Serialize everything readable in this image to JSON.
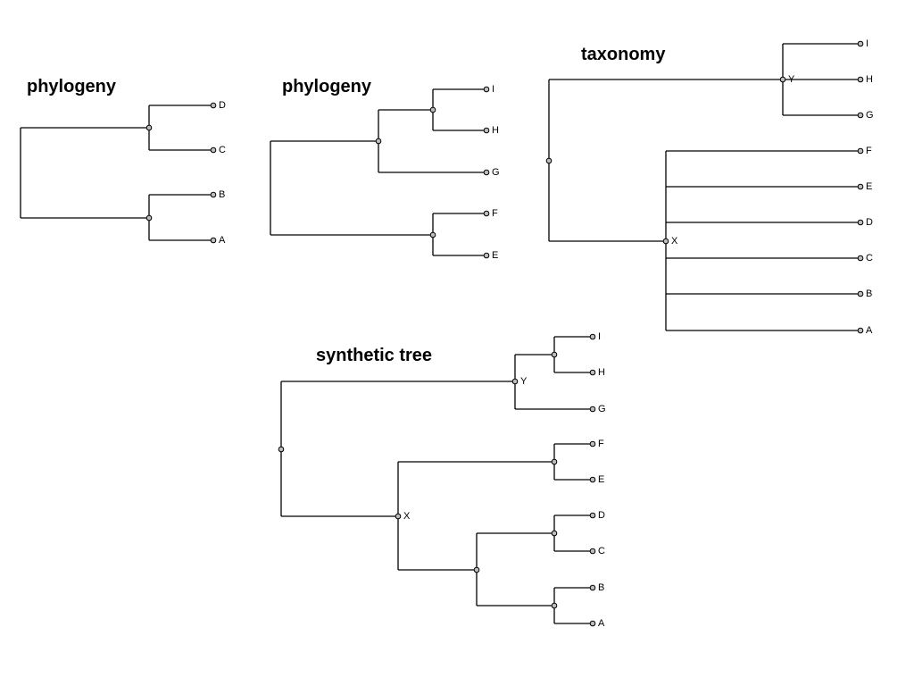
{
  "colors": {
    "edge": "#000000",
    "node_fill": "#bdbdbd",
    "background": "#ffffff"
  },
  "trees": [
    {
      "id": "phylogeny-1",
      "title": "phylogeny",
      "tips": [
        "D",
        "C",
        "B",
        "A"
      ],
      "nodes": []
    },
    {
      "id": "phylogeny-2",
      "title": "phylogeny",
      "tips": [
        "I",
        "H",
        "G",
        "F",
        "E"
      ],
      "nodes": []
    },
    {
      "id": "taxonomy",
      "title": "taxonomy",
      "tips": [
        "I",
        "H",
        "G",
        "F",
        "E",
        "D",
        "C",
        "B",
        "A"
      ],
      "nodes": [
        "Y",
        "X"
      ]
    },
    {
      "id": "synthetic-tree",
      "title": "synthetic tree",
      "tips": [
        "I",
        "H",
        "G",
        "F",
        "E",
        "D",
        "C",
        "B",
        "A"
      ],
      "nodes": [
        "Y",
        "X"
      ]
    }
  ]
}
